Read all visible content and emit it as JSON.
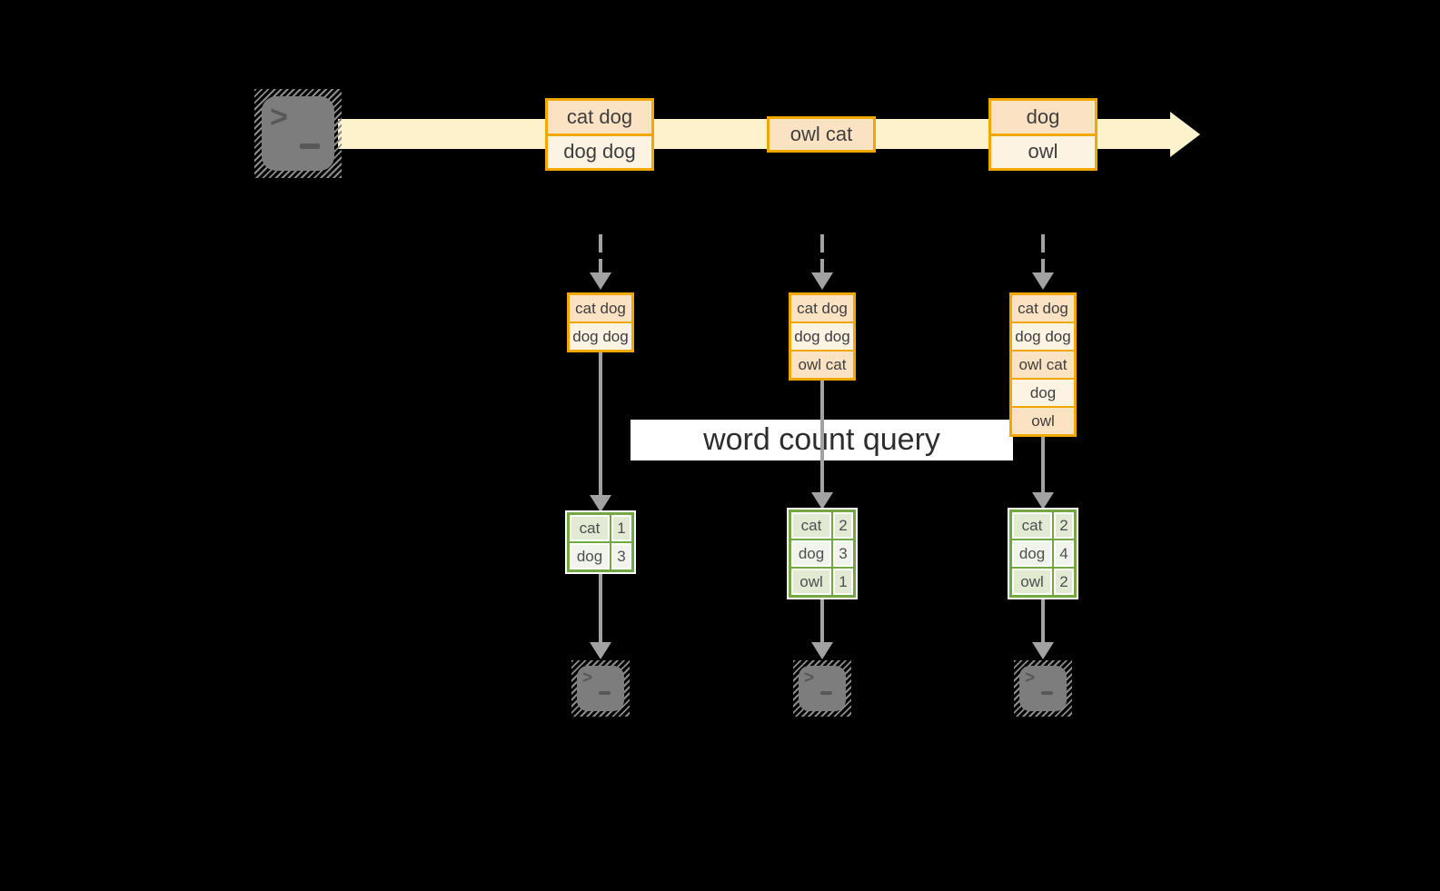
{
  "theme": {
    "background": "#000000",
    "band_fill": "#fdf2cc",
    "orange_border": "#f0a800",
    "peach_fill": "#fbe2c2",
    "cream_fill": "#fdf3e3",
    "green_border": "#72a744",
    "green_fill": "#e2ead3",
    "green_fill_alt": "#f0f4ea",
    "arrow_gray": "#a2a2a2",
    "terminal_gray": "#7d7d7d",
    "text_dark": "#3e3e3e",
    "banner_bg": "#ffffff",
    "banner_text": "#2d2d2d"
  },
  "banner": {
    "label": "word count query"
  },
  "stream": {
    "events": [
      {
        "lines": [
          "cat dog",
          "dog dog"
        ]
      },
      {
        "lines": [
          "owl cat"
        ]
      },
      {
        "lines": [
          "dog",
          "owl"
        ]
      }
    ]
  },
  "columns": [
    {
      "buffer": [
        "cat dog",
        "dog dog"
      ],
      "counts": [
        {
          "word": "cat",
          "count": "1"
        },
        {
          "word": "dog",
          "count": "3"
        }
      ]
    },
    {
      "buffer": [
        "cat dog",
        "dog dog",
        "owl cat"
      ],
      "counts": [
        {
          "word": "cat",
          "count": "2"
        },
        {
          "word": "dog",
          "count": "3"
        },
        {
          "word": "owl",
          "count": "1"
        }
      ]
    },
    {
      "buffer": [
        "cat dog",
        "dog dog",
        "owl cat",
        "dog",
        "owl"
      ],
      "counts": [
        {
          "word": "cat",
          "count": "2"
        },
        {
          "word": "dog",
          "count": "4"
        },
        {
          "word": "owl",
          "count": "2"
        }
      ]
    }
  ],
  "icons": {
    "terminal_prompt_glyph": ">"
  }
}
